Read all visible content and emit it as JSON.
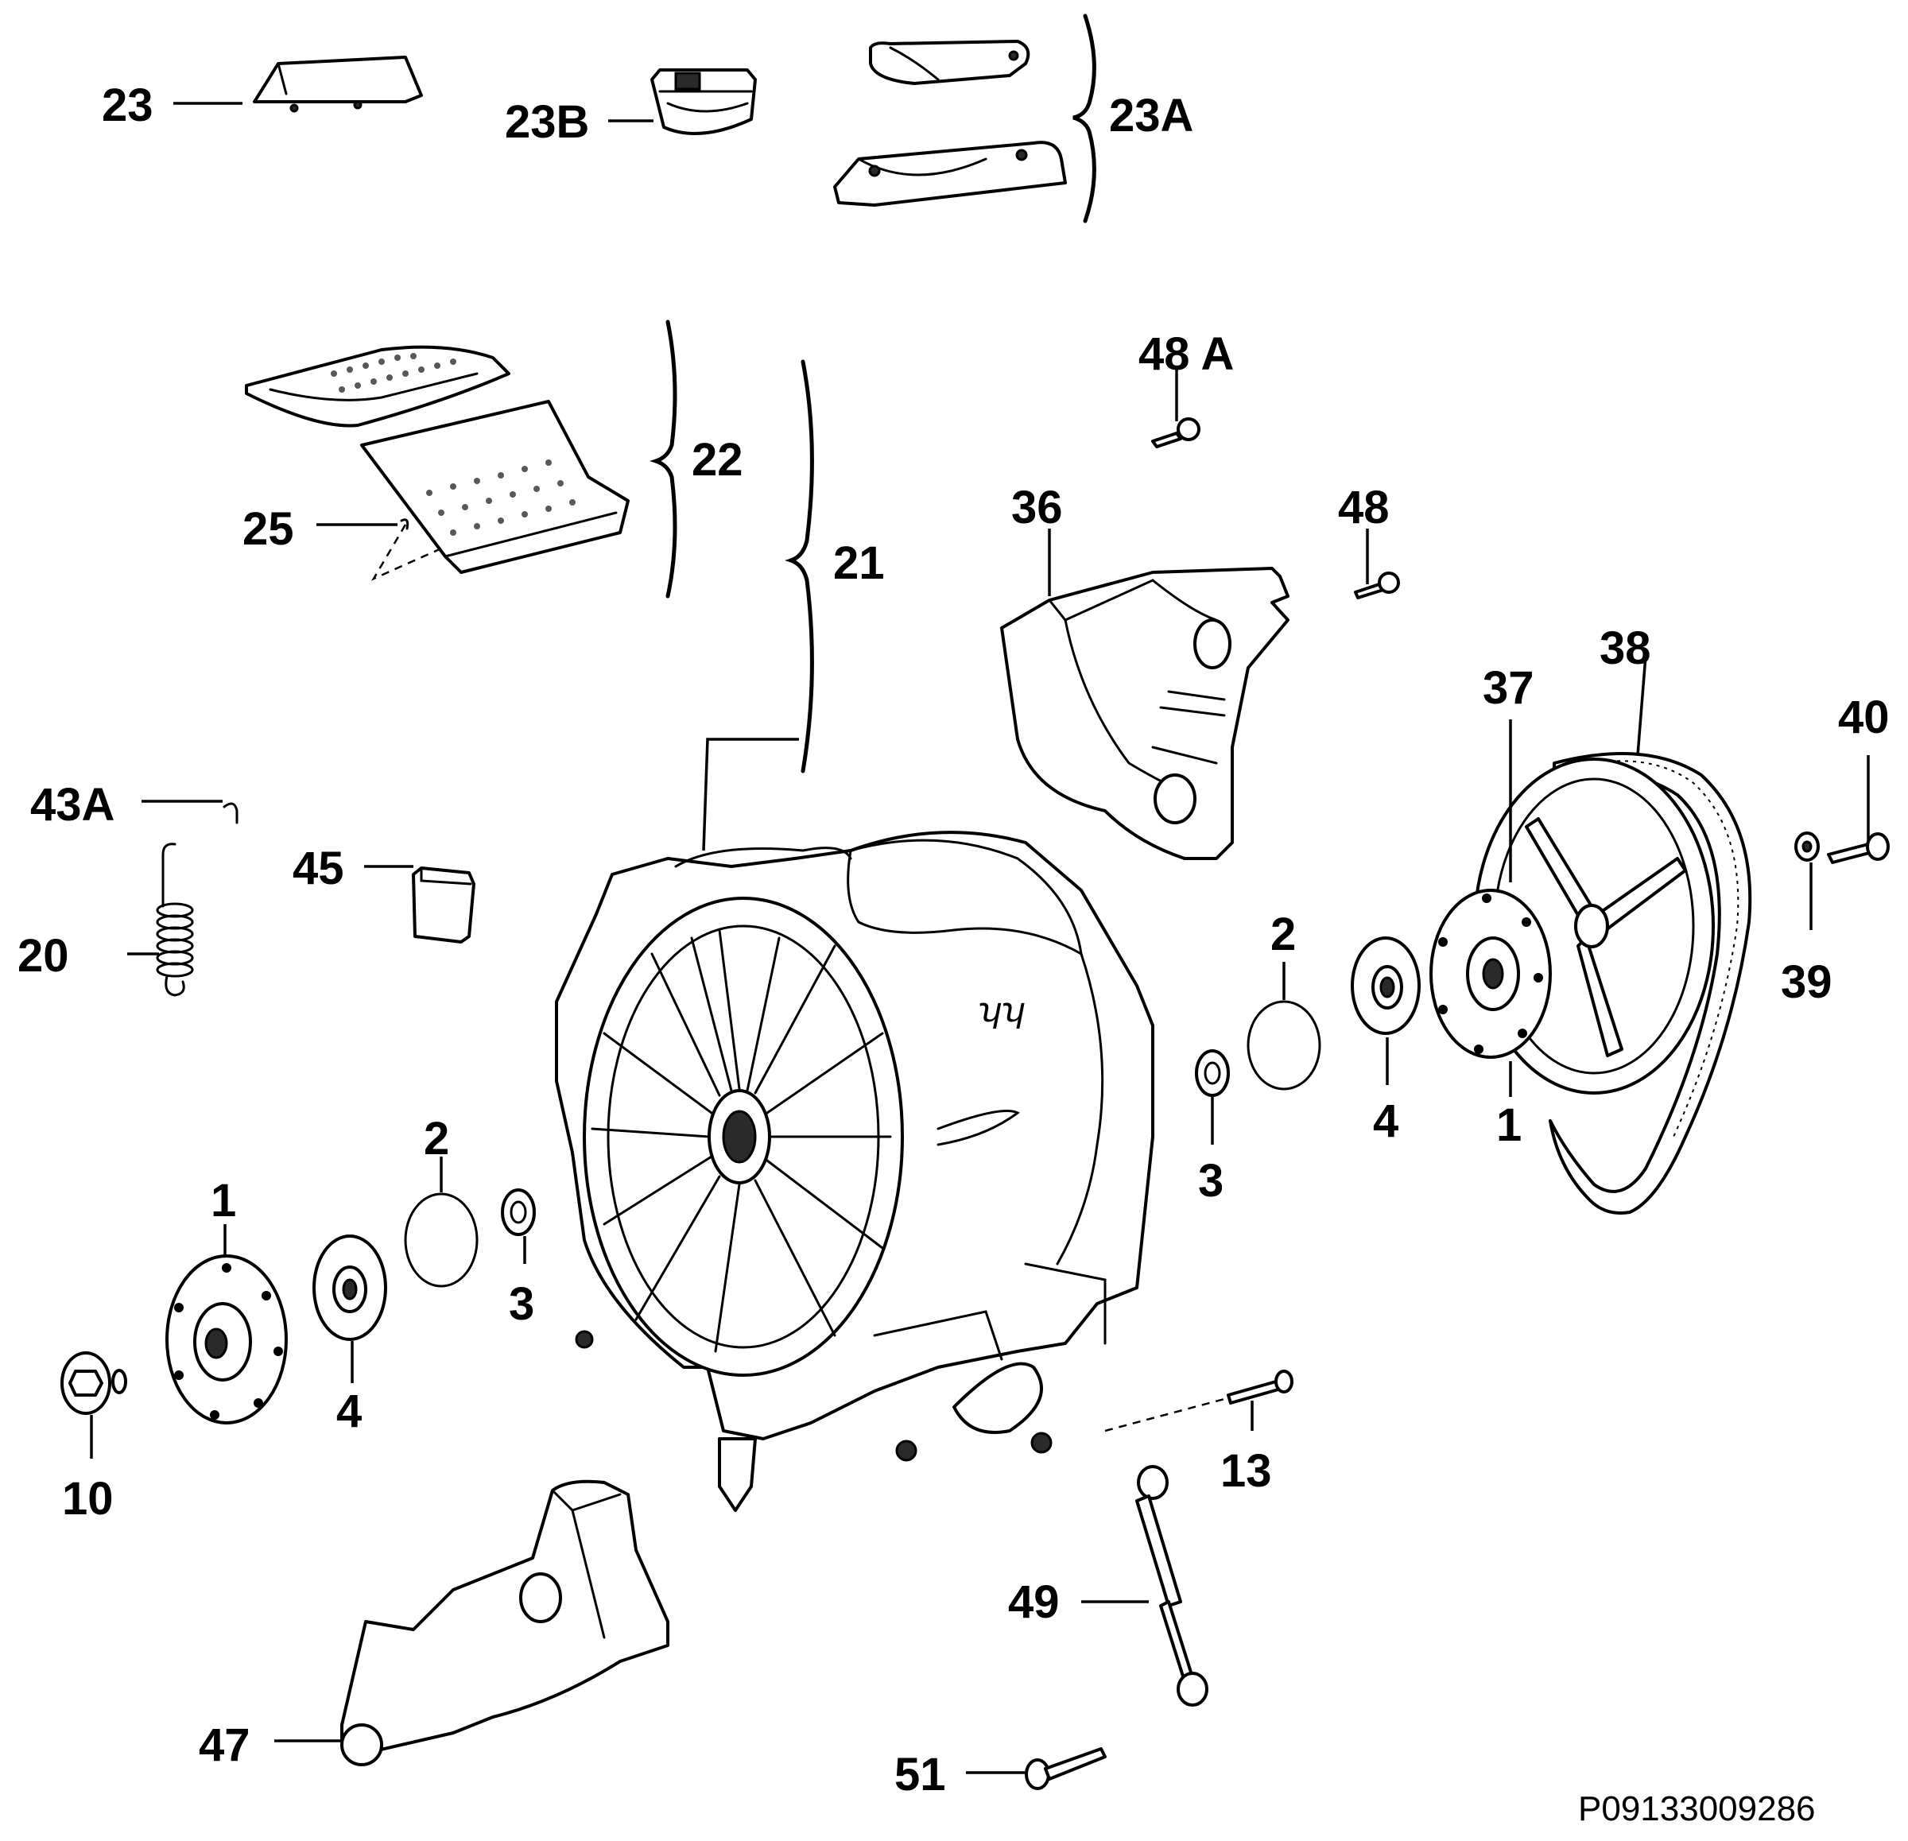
{
  "diagram": {
    "document_code": "P09133009286",
    "callouts": [
      {
        "id": "c23",
        "text": "23"
      },
      {
        "id": "c23b",
        "text": "23B"
      },
      {
        "id": "c23a",
        "text": "23A"
      },
      {
        "id": "c22",
        "text": "22"
      },
      {
        "id": "c25",
        "text": "25"
      },
      {
        "id": "c21",
        "text": "21"
      },
      {
        "id": "c48a",
        "text": "48 A"
      },
      {
        "id": "c36",
        "text": "36"
      },
      {
        "id": "c48",
        "text": "48"
      },
      {
        "id": "c38",
        "text": "38"
      },
      {
        "id": "c37",
        "text": "37"
      },
      {
        "id": "c40",
        "text": "40"
      },
      {
        "id": "c43a",
        "text": "43A"
      },
      {
        "id": "c45",
        "text": "45"
      },
      {
        "id": "c20",
        "text": "20"
      },
      {
        "id": "c2r",
        "text": "2"
      },
      {
        "id": "c39",
        "text": "39"
      },
      {
        "id": "c4r",
        "text": "4"
      },
      {
        "id": "c1r",
        "text": "1"
      },
      {
        "id": "c3r",
        "text": "3"
      },
      {
        "id": "c2l",
        "text": "2"
      },
      {
        "id": "c1l",
        "text": "1"
      },
      {
        "id": "c3l",
        "text": "3"
      },
      {
        "id": "c4l",
        "text": "4"
      },
      {
        "id": "c10",
        "text": "10"
      },
      {
        "id": "c13",
        "text": "13"
      },
      {
        "id": "c49",
        "text": "49"
      },
      {
        "id": "c47",
        "text": "47"
      },
      {
        "id": "c51",
        "text": "51"
      }
    ]
  }
}
